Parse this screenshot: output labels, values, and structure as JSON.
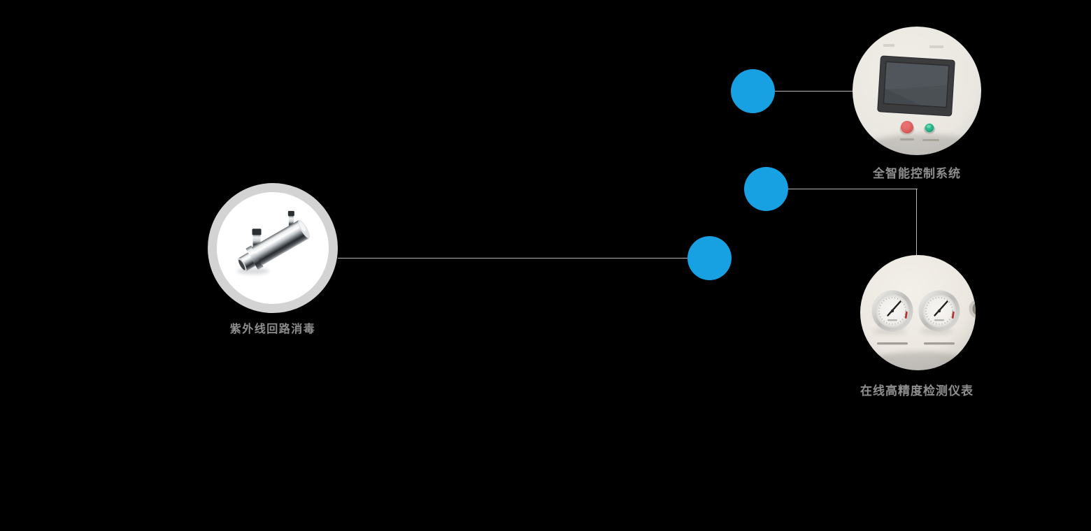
{
  "colors": {
    "background": "#000000",
    "accent": "#17a1e3",
    "line": "#b5b5b5",
    "label": "#8e8e8e",
    "ring": "#d3d3d3"
  },
  "nodes": {
    "uv": {
      "label": "紫外线回路消毒",
      "icon": "uv-sterilizer-photo"
    },
    "control": {
      "label": "全智能控制系统",
      "icon": "control-panel-photo"
    },
    "gauges": {
      "label": "在线高精度检测仪表",
      "icon": "pressure-gauges-photo"
    }
  }
}
